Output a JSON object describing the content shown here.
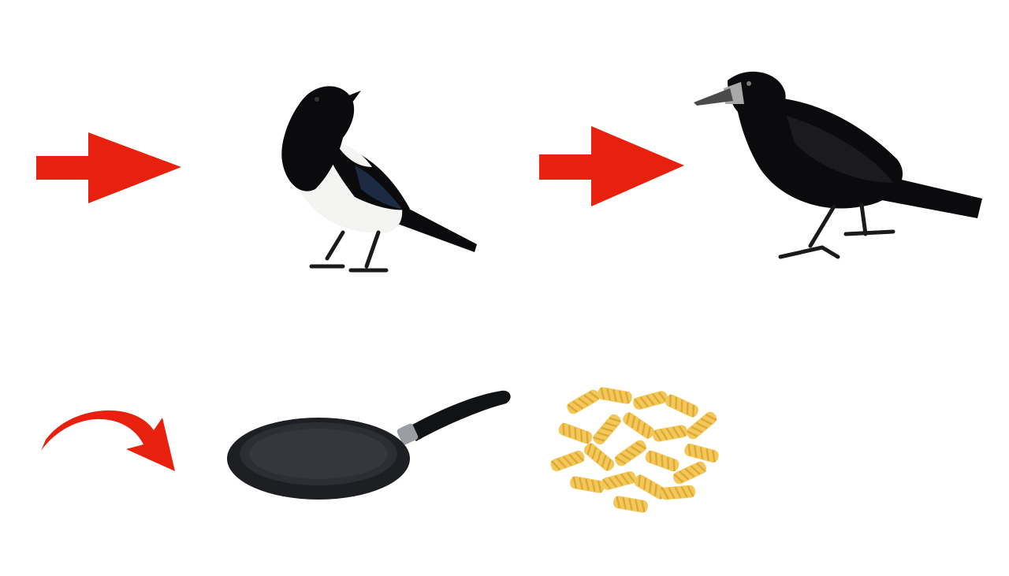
{
  "colors": {
    "background": "#ffffff",
    "arrow": "#e8210f",
    "bird_black": "#0b0b0d",
    "bird_white": "#f4f4f2",
    "magpie_wing_blue": "#1c2a44",
    "pan_body": "#1d1f22",
    "pan_inner": "#2b2e33",
    "pan_handle": "#111214",
    "pasta": "#f3c85a",
    "pasta_shade": "#dfa936"
  },
  "rebus": {
    "row_1": [
      {
        "kind": "arrow",
        "icon": "straight-right-arrow-icon"
      },
      {
        "kind": "picture",
        "icon": "magpie-icon"
      },
      {
        "kind": "arrow",
        "icon": "straight-right-arrow-icon"
      },
      {
        "kind": "picture",
        "icon": "rook-icon"
      }
    ],
    "row_2": [
      {
        "kind": "arrow",
        "icon": "curved-right-arrow-icon"
      },
      {
        "kind": "picture",
        "icon": "frying-pan-icon"
      },
      {
        "kind": "picture",
        "icon": "fusilli-pasta-icon"
      }
    ]
  }
}
